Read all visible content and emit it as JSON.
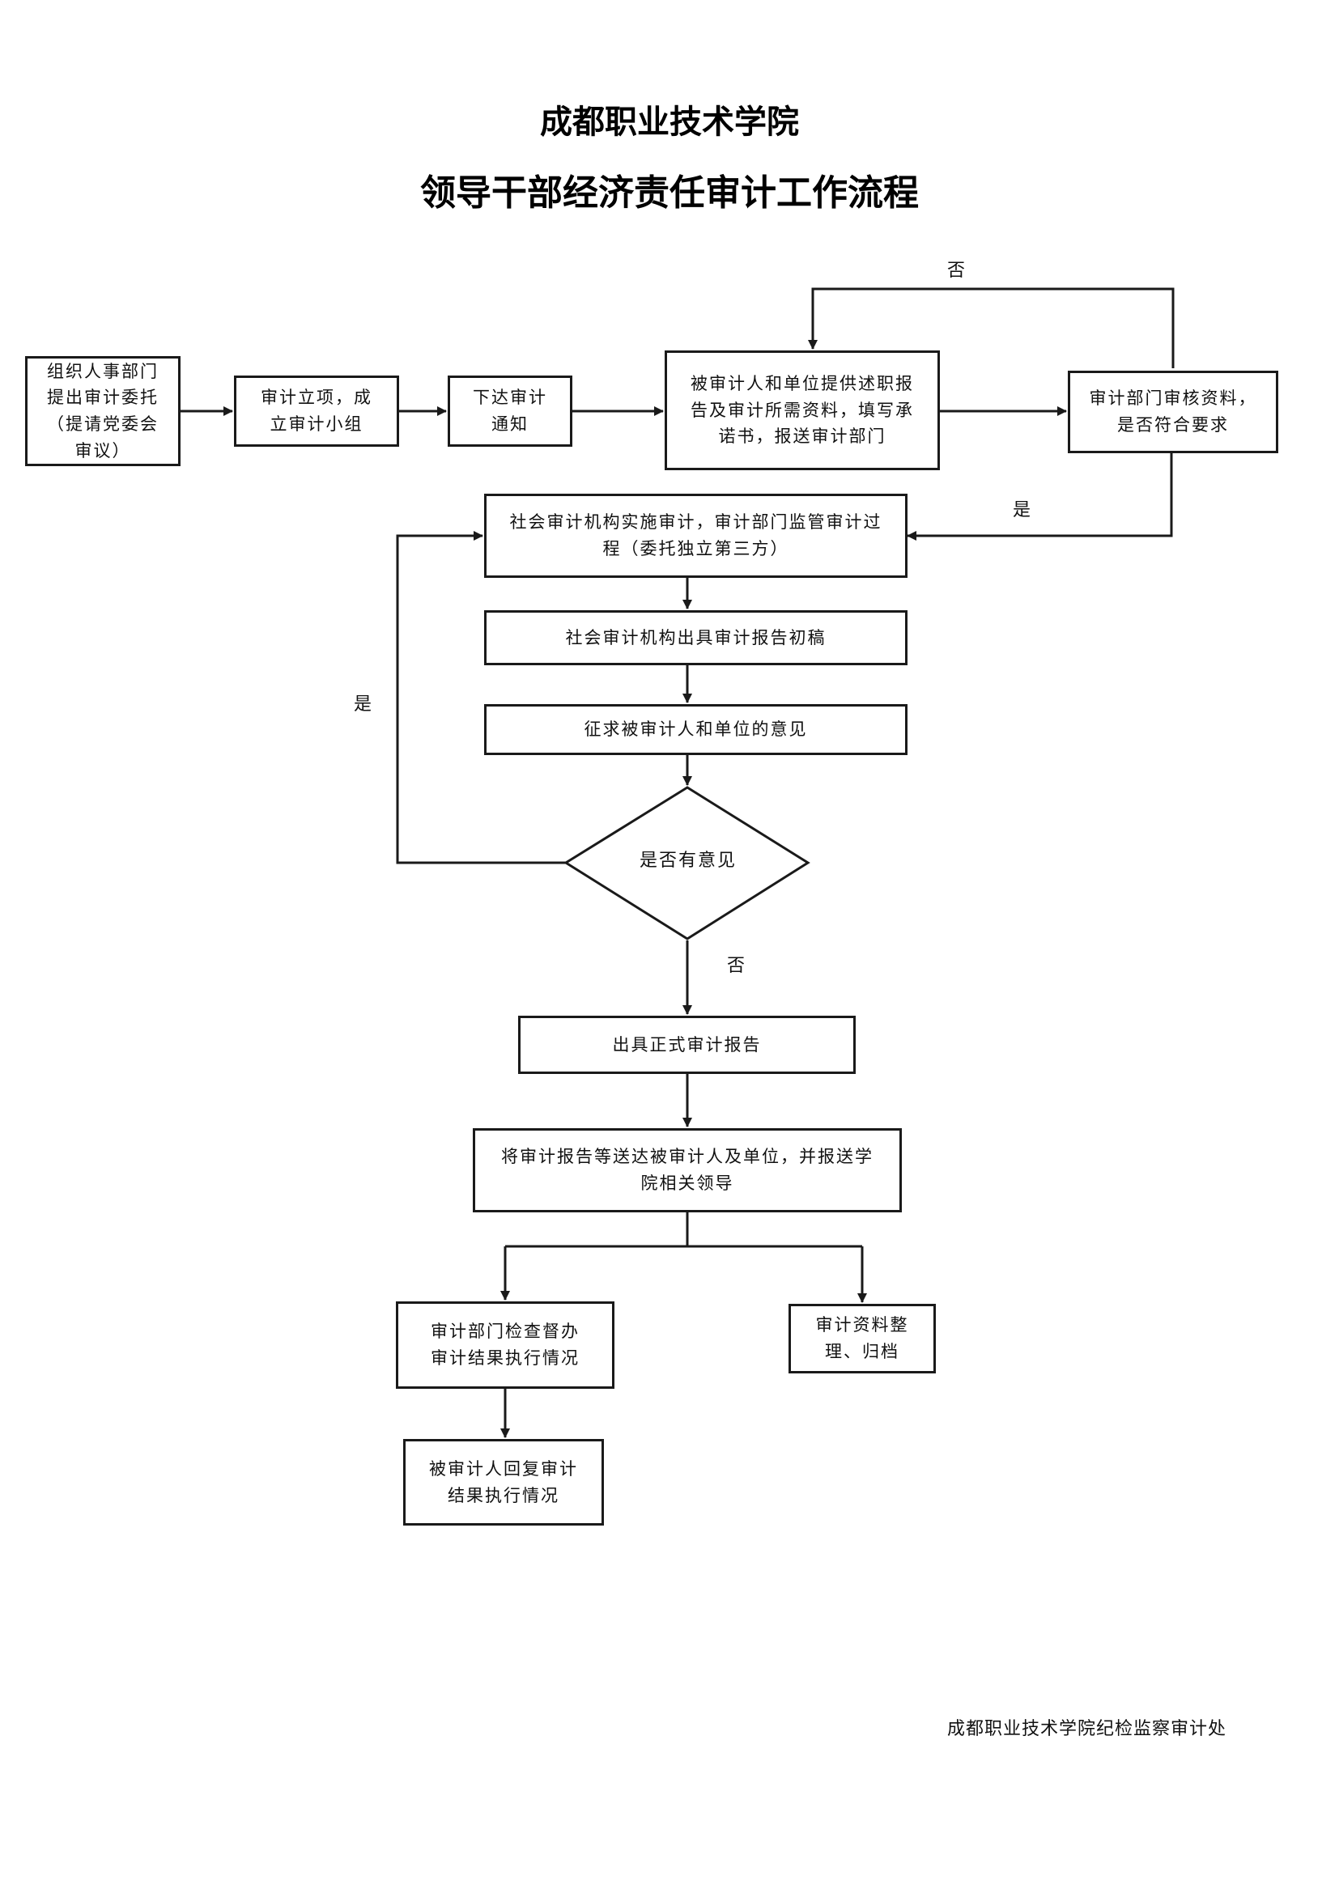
{
  "header": {
    "title": "成都职业技术学院",
    "subtitle": "领导干部经济责任审计工作流程"
  },
  "steps": {
    "s1": "组织人事部门提出审计委托（提请党委会审议）",
    "s2": "审计立项，成立审计小组",
    "s3": "下达审计通知",
    "s4": "被审计人和单位提供述职报告及审计所需资料，填写承诺书，报送审计部门",
    "s5": "审计部门审核资料，是否符合要求",
    "s6": "社会审计机构实施审计，审计部门监管审计过程（委托独立第三方）",
    "s7": "社会审计机构出具审计报告初稿",
    "s8": "征求被审计人和单位的意见",
    "decision": "是否有意见",
    "s9": "出具正式审计报告",
    "s10": "将审计报告等送达被审计人及单位，并报送学院相关领导",
    "s11": "审计部门检查督办审计结果执行情况",
    "s12": "审计资料整理、归档",
    "s13": "被审计人回复审计结果执行情况"
  },
  "labels": {
    "no_top": "否",
    "yes_right": "是",
    "yes_left": "是",
    "no_bottom": "否"
  },
  "footer": "成都职业技术学院纪检监察审计处"
}
